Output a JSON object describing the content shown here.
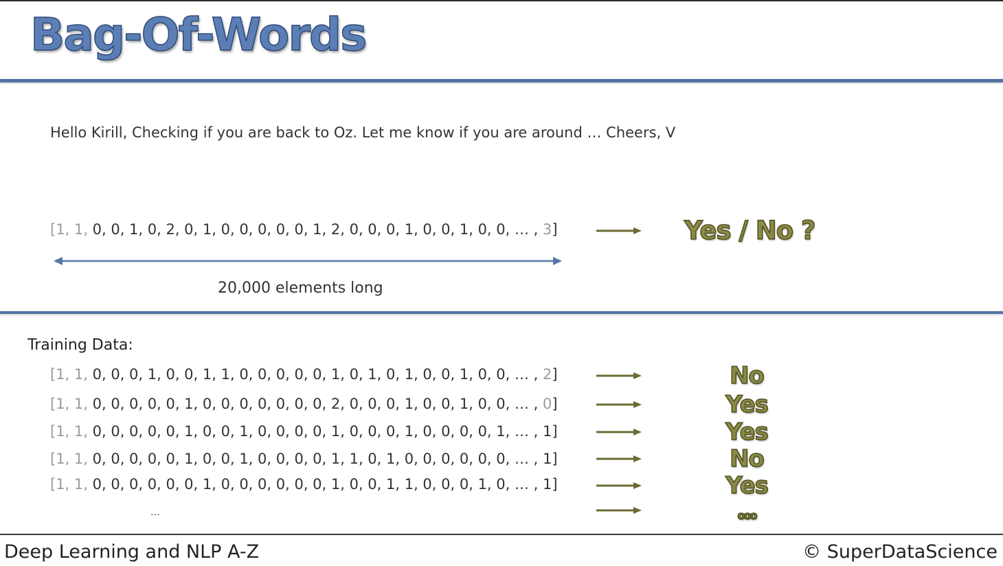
{
  "title": "Bag-Of-Words",
  "sentence": "Hello Kirill, Checking if you are back to Oz. Let me know if you are around … Cheers, V",
  "main_vector": {
    "gray_prefix": "[1, 1,",
    "body": " 0, 0, 1, 0, 2, 0, 1, 0, 0, 0, 0, 0, 1, 2, 0, 0, 0, 1, 0, 0, 1, 0, 0, … ,",
    "gray_suffix": " 3",
    "close": "]"
  },
  "question_label": "Yes / No ?",
  "length_label": "20,000 elements long",
  "training": {
    "title": "Training Data:",
    "rows": [
      {
        "gray_prefix": "[1, 1,",
        "body": " 0, 0, 0, 1, 0, 0, 1, 1, 0, 0, 0, 0, 0, 1, 0, 1, 0, 1, 0, 0, 1, 0, 0, … ,",
        "gray_suffix": " 2",
        "close": "]",
        "label": "No"
      },
      {
        "gray_prefix": "[1, 1,",
        "body": " 0, 0, 0, 0, 0, 1, 0, 0, 0, 0, 0, 0, 0, 2, 0, 0, 0, 1, 0, 0, 1, 0, 0, … ,",
        "gray_suffix": " 0",
        "close": "]",
        "label": "Yes"
      },
      {
        "gray_prefix": "[1, 1,",
        "body": " 0, 0, 0, 0, 0, 1, 0, 0, 1, 0, 0, 0, 0, 1, 0, 0, 0, 1, 0, 0, 0, 0, 1, … , 1",
        "gray_suffix": "",
        "close": "]",
        "label": "Yes"
      },
      {
        "gray_prefix": "[1, 1,",
        "body": " 0, 0, 0, 0, 0, 1, 0, 0, 1, 0, 0, 0, 0, 1, 1, 0, 1, 0, 0, 0, 0, 0, 0, … , 1",
        "gray_suffix": "",
        "close": "]",
        "label": "No"
      },
      {
        "gray_prefix": "[1, 1,",
        "body": " 0, 0, 0, 0, 0, 0, 1, 0, 0, 0, 0, 0, 0, 1, 0, 0, 1, 1, 0, 0, 0, 1, 0, … , 1",
        "gray_suffix": "",
        "close": "]",
        "label": "Yes"
      }
    ],
    "ellipsis": "…",
    "label_ellipsis": "ooo"
  },
  "footer": {
    "left": "Deep Learning and NLP A-Z",
    "right": "© SuperDataScience"
  },
  "colors": {
    "title_blue": "#5b7fb5",
    "rule_blue": "#4f73a3",
    "olive": "#8a8a45",
    "arrow_olive": "#6b6b33"
  }
}
